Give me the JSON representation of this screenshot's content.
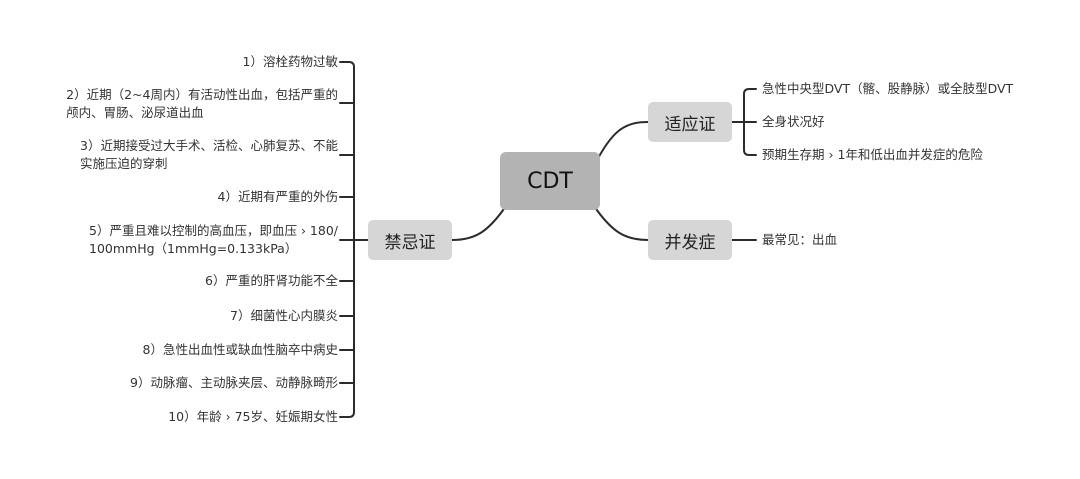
{
  "root": "CDT",
  "branches": {
    "indications": {
      "label": "适应证",
      "items": [
        "急性中央型DVT（髂、股静脉）或全肢型DVT",
        "全身状况好",
        "预期生存期 › 1年和低出血并发症的危险"
      ]
    },
    "complications": {
      "label": "并发症",
      "items": [
        "最常见：出血"
      ]
    },
    "contraindications": {
      "label": "禁忌证",
      "items": [
        [
          "1）溶栓药物过敏"
        ],
        [
          "2）近期（2~4周内）有活动性出血，包括严重的",
          "颅内、胃肠、泌尿道出血"
        ],
        [
          "3）近期接受过大手术、活检、心肺复苏、不能",
          "实施压迫的穿刺"
        ],
        [
          "4）近期有严重的外伤"
        ],
        [
          "5）严重且难以控制的高血压，即血压 › 180/",
          "100mmHg（1mmHg=0.133kPa）"
        ],
        [
          "6）严重的肝肾功能不全"
        ],
        [
          "7）细菌性心内膜炎"
        ],
        [
          "8）急性出血性或缺血性脑卒中病史"
        ],
        [
          "9）动脉瘤、主动脉夹层、动静脉畸形"
        ],
        [
          "10）年龄 › 75岁、妊娠期女性"
        ]
      ]
    }
  }
}
